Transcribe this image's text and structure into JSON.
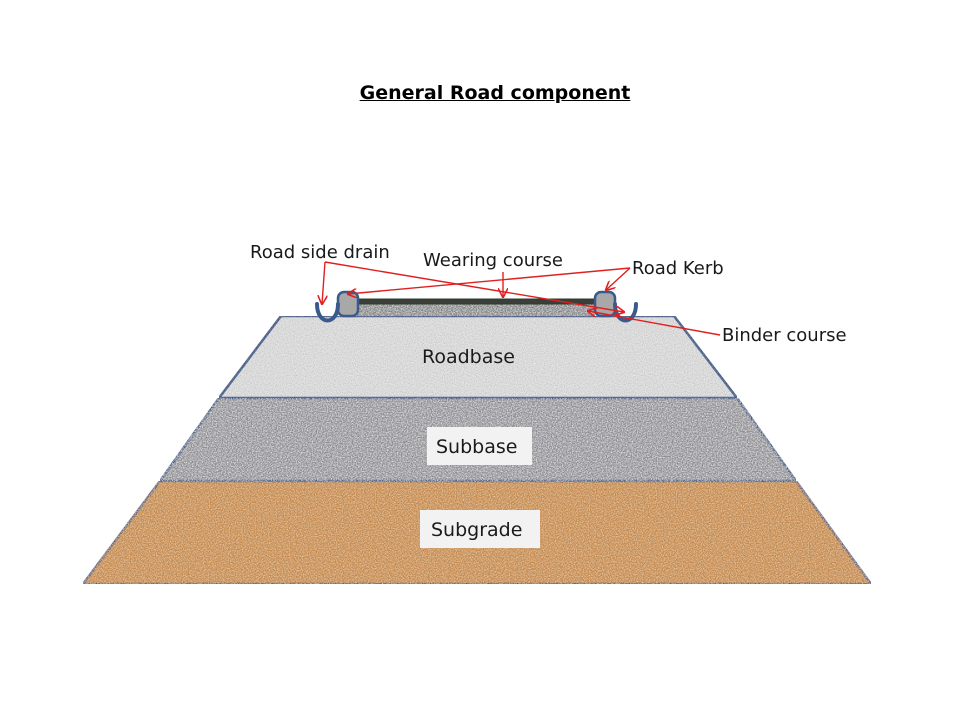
{
  "title": "General Road component",
  "callouts": {
    "road_side_drain": "Road side drain",
    "wearing_course": "Wearing course",
    "road_kerb": "Road Kerb",
    "binder_course": "Binder course"
  },
  "layers": {
    "roadbase": "Roadbase",
    "subbase": "Subbase",
    "subgrade": "Subgrade"
  },
  "colors": {
    "outline": "#3a5a8c",
    "roadbase": "#e6e6e6",
    "subbase": "#9a9a9e",
    "subgrade": "#c98a4e",
    "pointer": "#e02020"
  }
}
